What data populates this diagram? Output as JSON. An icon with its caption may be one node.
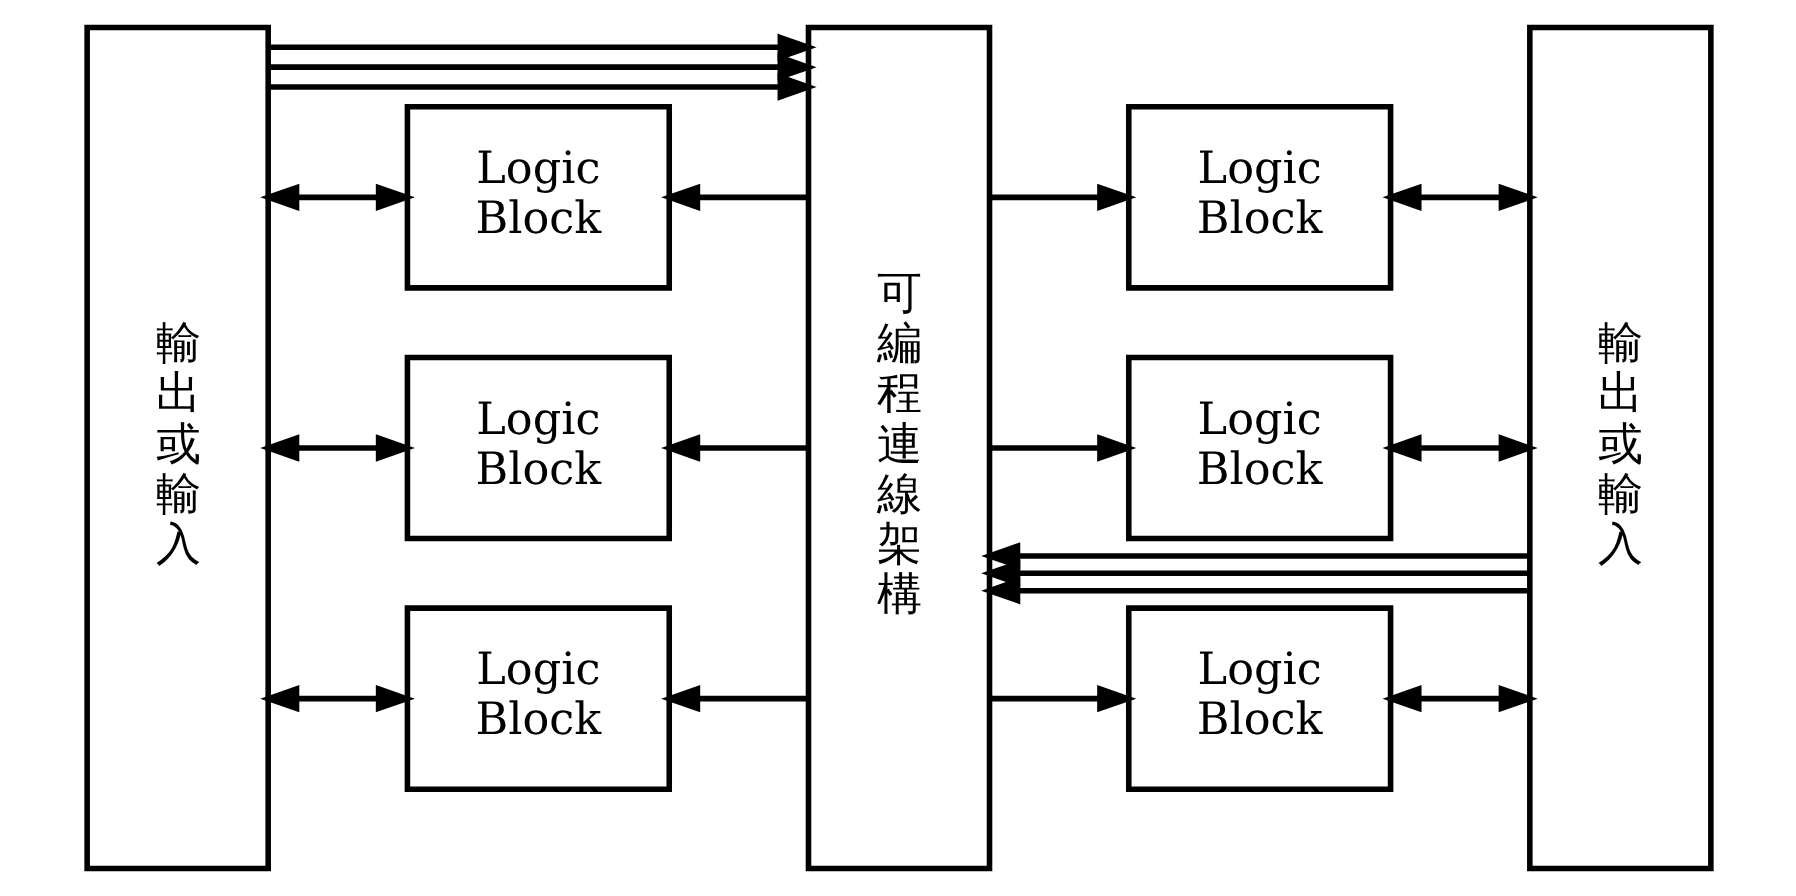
{
  "diagram": {
    "nodes": [
      {
        "text": [
          "輸出或輸入"
        ]
      },
      {
        "text": [
          "Logic Block"
        ]
      },
      {
        "text": [
          "Logic Block"
        ]
      },
      {
        "text": [
          "Logic Block"
        ]
      },
      {
        "text": [
          "可編程連線架構"
        ]
      },
      {
        "text": [
          "Logic Block"
        ]
      },
      {
        "text": [
          "Logic Block"
        ]
      },
      {
        "text": [
          "Logic Block"
        ]
      },
      {
        "text": [
          "輸出或輸入"
        ]
      }
    ],
    "edges": [
      {
        "from": 4,
        "to": 1,
        "arrow": "to"
      },
      {
        "from": 0,
        "to": 1,
        "arrow": "both"
      },
      {
        "from": 0,
        "to": 4,
        "arrow": "to"
      },
      {
        "from": 4,
        "to": 2,
        "arrow": "to"
      },
      {
        "from": 0,
        "to": 2,
        "arrow": "both"
      },
      {
        "from": 0,
        "to": 4,
        "arrow": "to"
      },
      {
        "from": 4,
        "to": 3,
        "arrow": "to"
      },
      {
        "from": 0,
        "to": 3,
        "arrow": "both"
      },
      {
        "from": 0,
        "to": 4,
        "arrow": "to"
      },
      {
        "from": 4,
        "to": 5,
        "arrow": "to"
      },
      {
        "from": 8,
        "to": 5,
        "arrow": "both"
      },
      {
        "from": 8,
        "to": 4,
        "arrow": "to"
      },
      {
        "from": 4,
        "to": 6,
        "arrow": "to"
      },
      {
        "from": 8,
        "to": 6,
        "arrow": "both"
      },
      {
        "from": 8,
        "to": 4,
        "arrow": "to"
      },
      {
        "from": 4,
        "to": 7,
        "arrow": "to"
      },
      {
        "from": 8,
        "to": 7,
        "arrow": "both"
      },
      {
        "from": 8,
        "to": 4,
        "arrow": "to"
      }
    ]
  }
}
